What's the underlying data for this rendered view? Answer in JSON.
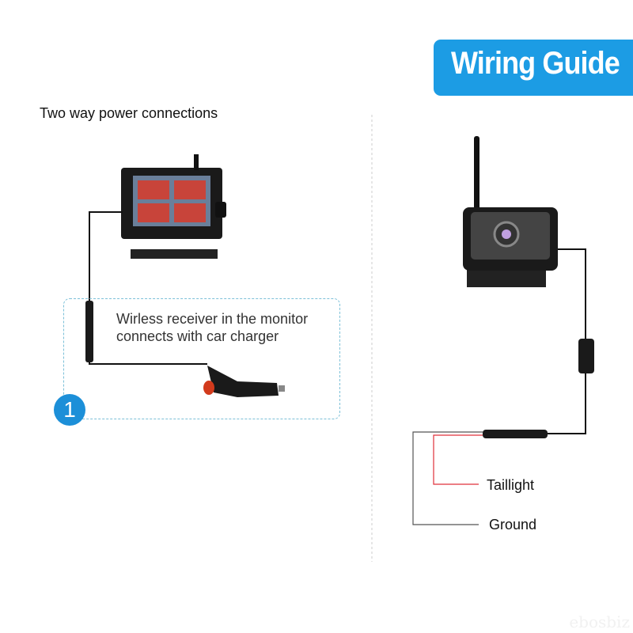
{
  "header": {
    "title": "Wiring Guide"
  },
  "left": {
    "subtitle": "Two way power connections",
    "description_line1": "Wirless receiver in the monitor",
    "description_line2": "connects with car charger",
    "step_number": "1"
  },
  "right": {
    "taillight_label": "Taillight",
    "ground_label": "Ground"
  },
  "watermark": "ebosbiz",
  "colors": {
    "accent": "#1c9ce4",
    "taillight_wire": "#e0303a",
    "ground_wire": "#555555"
  }
}
